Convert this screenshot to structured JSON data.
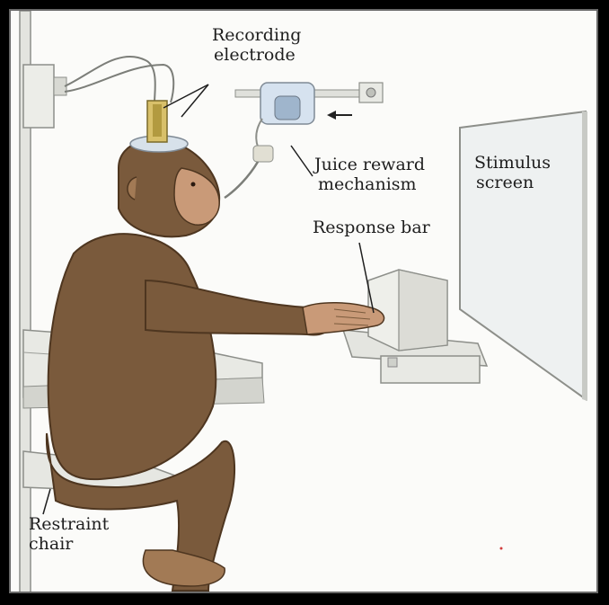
{
  "labels": {
    "recording_line1": "Recording",
    "recording_line2": "electrode",
    "juice_line1": "Juice reward",
    "juice_line2": "mechanism",
    "stimulus_line1": "Stimulus",
    "stimulus_line2": "screen",
    "response": "Response bar",
    "chair_line1": "Restraint",
    "chair_line2": "chair"
  },
  "colors": {
    "fur": "#7a5a3c",
    "fur_dark": "#4e3620",
    "skin": "#c99a78",
    "metal": "#e6e7e2",
    "metal_shade": "#b8bab4",
    "screen": "#e9ecec",
    "background": "#fbfbf9"
  }
}
